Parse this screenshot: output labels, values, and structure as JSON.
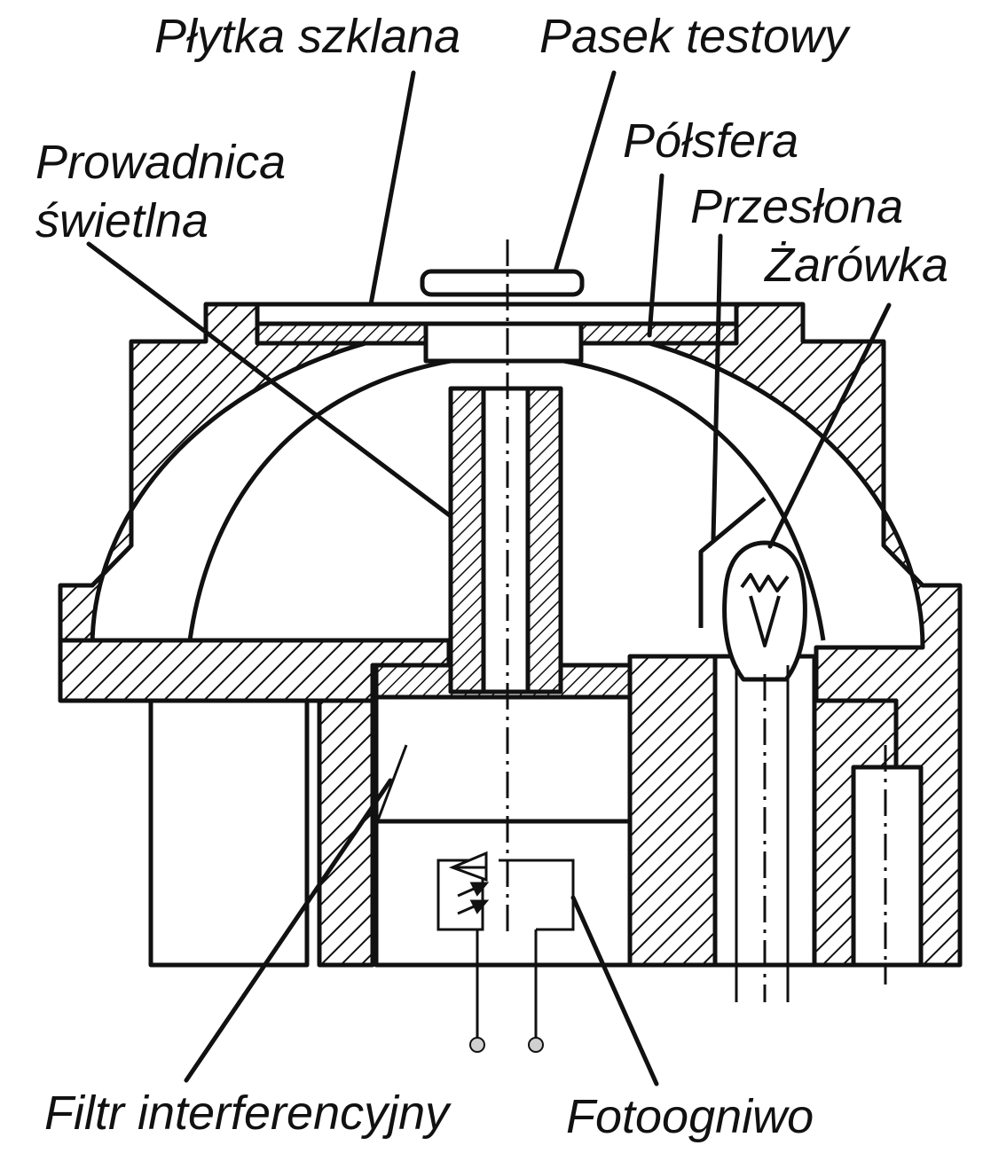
{
  "labels": {
    "glass_plate": "Płytka szklana",
    "test_strip": "Pasek testowy",
    "hemisphere": "Półsfera",
    "light_guide_line1": "Prowadnica",
    "light_guide_line2": "świetlna",
    "diaphragm": "Przesłona",
    "bulb": "Żarówka",
    "interference_filter": "Filtr interferencyjny",
    "photocell": "Fotoogniwo"
  },
  "colors": {
    "ink": "#111111",
    "background": "#ffffff",
    "terminal": "#d0d0d0"
  }
}
